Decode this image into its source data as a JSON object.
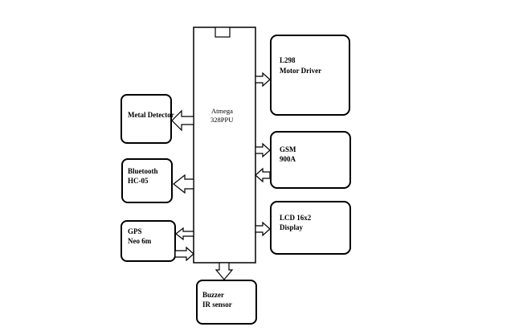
{
  "diagram": {
    "microcontroller": {
      "line1": "Atmega",
      "line2": "328PPU"
    },
    "blocks": {
      "motor_driver": {
        "line1": "L298",
        "line2": "Motor Driver"
      },
      "gsm": {
        "line1": "GSM",
        "line2": "900A"
      },
      "lcd": {
        "line1": "LCD 16x2",
        "line2": "Display"
      },
      "metal_detector": {
        "line1": "Metal Detector"
      },
      "bluetooth": {
        "line1": "Bluetooth",
        "line2": "HC-05"
      },
      "gps": {
        "line1": "GPS",
        "line2": "Neo 6m"
      },
      "buzzer": {
        "line1": "Buzzer",
        "line2": "IR sensor"
      }
    }
  }
}
